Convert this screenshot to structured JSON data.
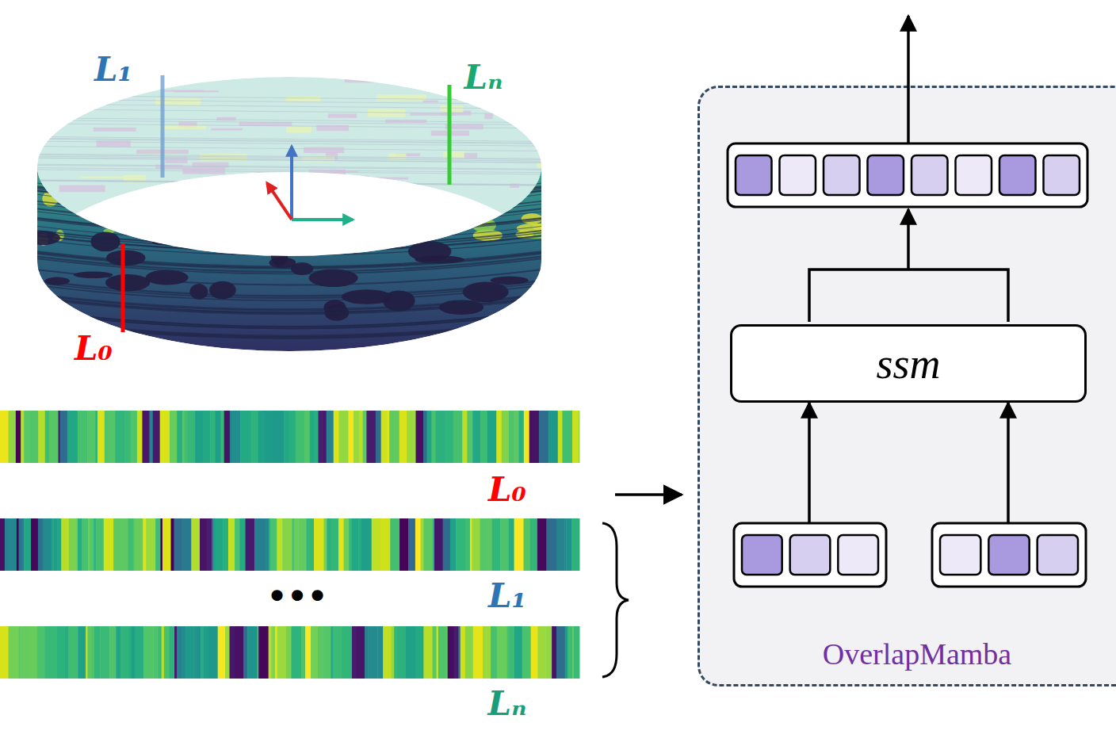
{
  "diagram": {
    "nodes": [
      {
        "text": [
          "OverlapMamba"
        ]
      },
      {
        "text": [
          "ssm"
        ],
        "in": 0
      }
    ],
    "labels": [
      "L₁",
      "Lₙ",
      "L₀",
      "L₀",
      "L₁",
      "•••",
      "Lₙ"
    ]
  }
}
